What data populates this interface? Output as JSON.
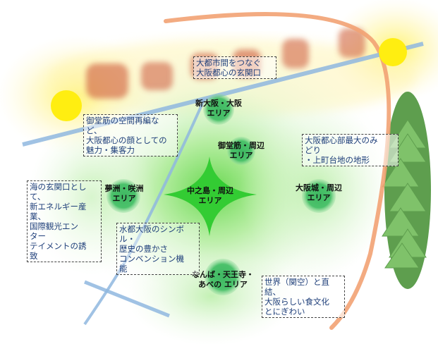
{
  "map": {
    "areas": {
      "shin_osaka": {
        "line1": "新大阪・大阪",
        "line2": "エリア"
      },
      "midosuji": {
        "line1": "御堂筋・周辺",
        "line2": "エリア"
      },
      "nakanoshima": {
        "line1": "中之島・周辺",
        "line2": "エリア"
      },
      "osakajo": {
        "line1": "大阪城・周辺",
        "line2": "エリア"
      },
      "yumeshima": {
        "line1": "夢洲・咲洲",
        "line2": "エリア"
      },
      "namba": {
        "line1": "なんば・天王寺・",
        "line2": "あべの エリア"
      }
    },
    "notes": {
      "shin_osaka": [
        "大都市間をつなぐ",
        "大阪都心の玄関口"
      ],
      "midosuji": [
        "御堂筋の空間再編な",
        "ど、",
        "大阪都心の顔としての",
        "魅力・集客力"
      ],
      "osakajo": [
        "大阪都心部最大のみ",
        "どり",
        "・上町台地の地形"
      ],
      "yumeshima": [
        "海の玄関口とし",
        "て、",
        "新エネルギー産",
        "業、",
        "国際観光エン",
        "ター",
        "テイメントの誘",
        "致"
      ],
      "nakanoshima": [
        "水都大阪のシンボ",
        "ル・",
        "歴史の豊かさ",
        "コンベンション機",
        "能"
      ],
      "namba": [
        "世界（関空）と直",
        "結、",
        "大阪らしい食文化",
        "とにぎわい"
      ]
    },
    "colors": {
      "green_zone": "#7ed957",
      "yellow_glow": "#ffe83a",
      "sun": "#ffee11",
      "brick": "#c8573a",
      "orange_road": "#f2a273",
      "blue_road": "#8fb7df",
      "hill": "#5e9e4e"
    }
  }
}
